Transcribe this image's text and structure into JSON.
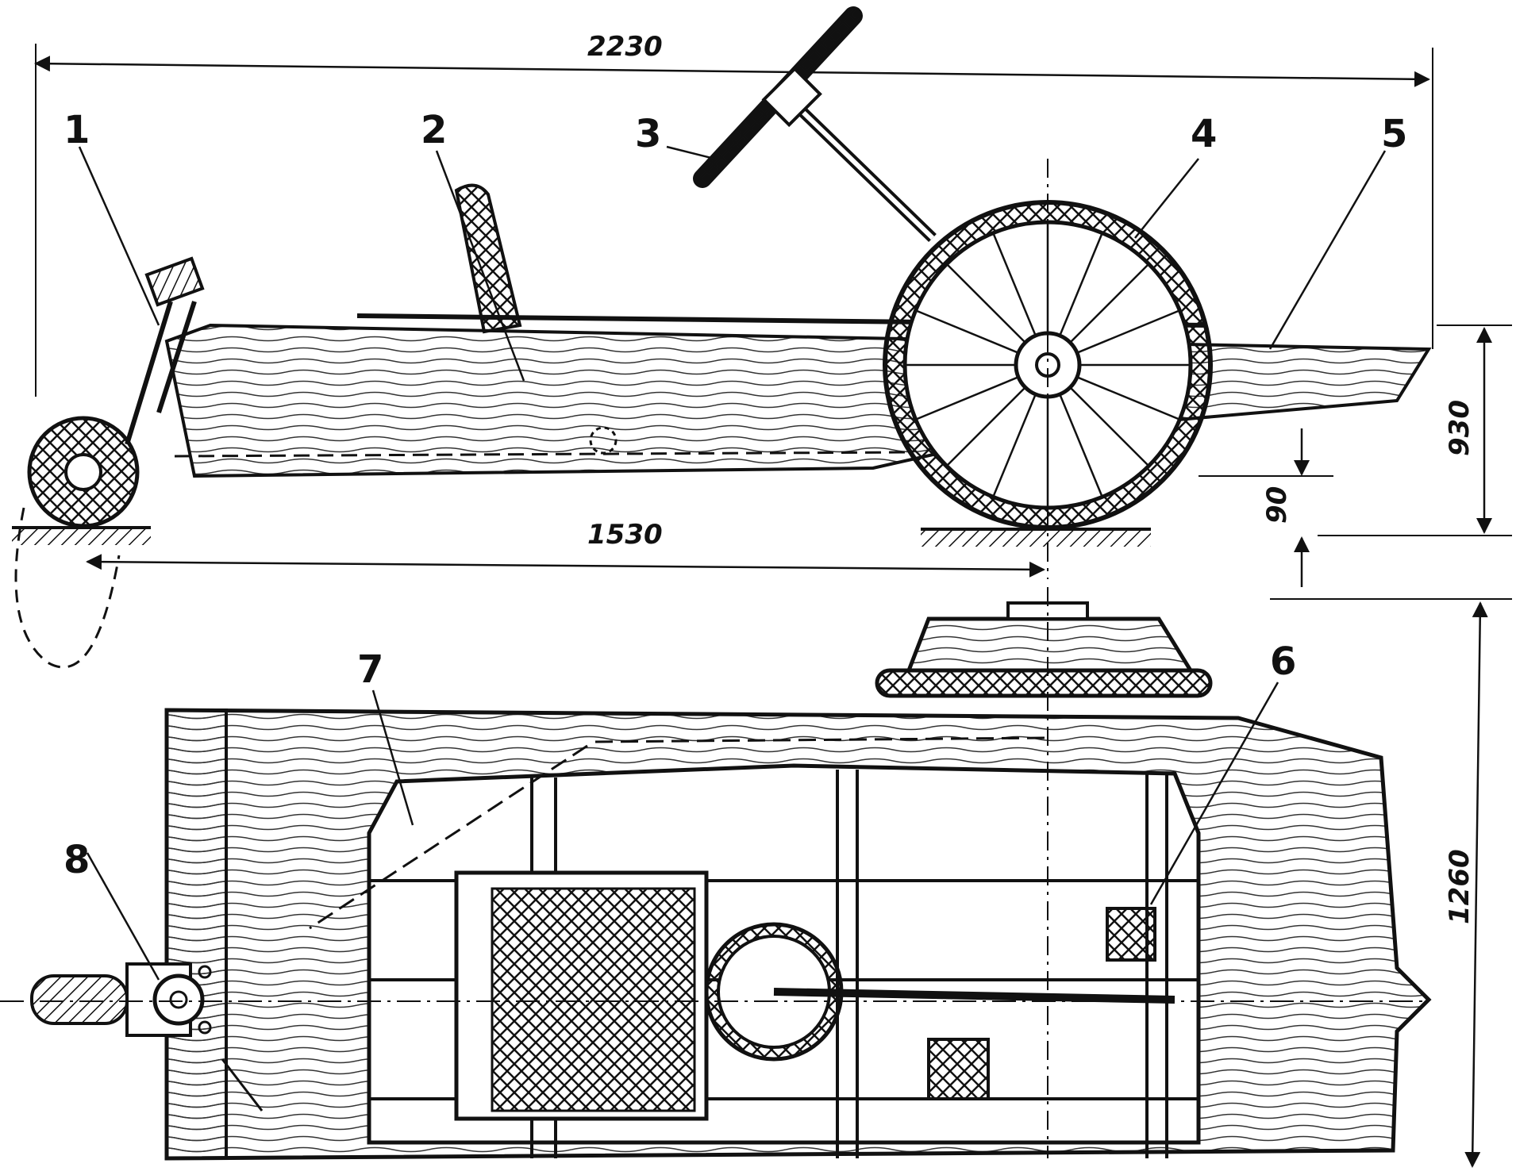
{
  "callouts": [
    "1",
    "2",
    "3",
    "4",
    "5",
    "6",
    "7",
    "8"
  ],
  "dimensions": {
    "overall_length": "2230",
    "wheelbase": "1530",
    "height": "930",
    "ground_clearance": "90",
    "width": "1260"
  },
  "colors": {
    "ink": "#111111",
    "paper": "#ffffff"
  }
}
